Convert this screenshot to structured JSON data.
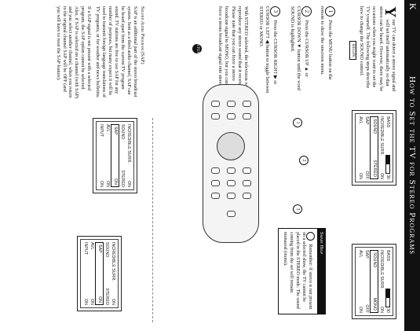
{
  "header": {
    "title": "How to Set the TV for Stereo Programs",
    "corner_mark": "K"
  },
  "intro": {
    "dropcap": "Y",
    "text": "our TV can detect a stereo signal and will set itself automatically so that stereo can be heard. However, there may be occasions when you might want to set the TV yourself. The following steps describe how to change the SOUND control."
  },
  "begin_badge": "BEGIN",
  "steps": [
    {
      "num": "1",
      "text": "Press the MENU button on the remote to show the onscreen menu."
    },
    {
      "num": "2",
      "text": "Press the CURSOR UP ▲ or CURSOR DOWN ▼ button until the word SOUND is highlighted."
    },
    {
      "num": "3",
      "text": "Press the CURSOR RIGHT ▶ or CURSOR LEFT ◀ button to toggle between STEREO or MONO."
    }
  ],
  "stereo_note": "With STEREO selected, the television will reproduce any stereo sound that it receives. Please note that you can force a stereo broadcast signal to MONO, but you cannot force a mono broadcast signal into stereo.",
  "stop_icon_label": "STOP",
  "screens": {
    "screen_a": {
      "rows": [
        {
          "label": "BASS",
          "value": "30"
        },
        {
          "label": "INCREDIBLE SURR.",
          "value": "ON"
        },
        {
          "label": "SOUND",
          "value": "STEREO"
        },
        {
          "label": "SAP",
          "value": "OFF"
        },
        {
          "label": "AVL",
          "value": "ON"
        }
      ]
    },
    "screen_b": {
      "rows": [
        {
          "label": "BASS",
          "value": "30"
        },
        {
          "label": "INCREDIBLE SURR.",
          "value": "ON"
        },
        {
          "label": "SOUND",
          "value": "MONO"
        },
        {
          "label": "SAP",
          "value": "OFF"
        },
        {
          "label": "AVL",
          "value": "ON"
        }
      ]
    },
    "screen_c": {
      "rows": [
        {
          "label": "INCREDIBLE SURR.",
          "value": "ON"
        },
        {
          "label": "SOUND",
          "value": "STEREO"
        },
        {
          "label": "SAP",
          "value": "ON"
        },
        {
          "label": "AVL",
          "value": "ON"
        },
        {
          "label": "INPUT",
          "value": "ON"
        }
      ]
    },
    "screen_d": {
      "rows": [
        {
          "label": "INCREDIBLE SURR.",
          "value": "ON"
        },
        {
          "label": "SOUND",
          "value": "STEREO"
        },
        {
          "label": "SAP",
          "value": "ON"
        },
        {
          "label": "AVL",
          "value": "ON"
        },
        {
          "label": "INPUT",
          "value": "ON"
        }
      ]
    }
  },
  "remote_labels": [
    "1",
    "2",
    "3"
  ],
  "sap": {
    "title": "Second Audio Program (SAP)",
    "para1": "SAP is an additional part of the stereo broadcast system. Sent as a third audio channel, SAP can be heard apart from the current TV program sound. TV stations are free to use SAP for any number of purposes, but many expect it will be used to transmit foreign language translations of TV programs, or for weather and news bulletins.",
    "para2": "If a SAP signal is not present with a selected program, the SAP option cannot be selected. Also, if SAP is selected on a channel (with SAP) and you select another channel, when you return to the original channel SAP will be OFF (and you will have to reset the SAP feature)."
  },
  "smart_help": {
    "title": "Smart Help",
    "text": "Remember: If stereo is not present on a selected show, the TV cannot be placed in the STEREO mode. The sound coming from the set will remain monaural (mono)."
  }
}
